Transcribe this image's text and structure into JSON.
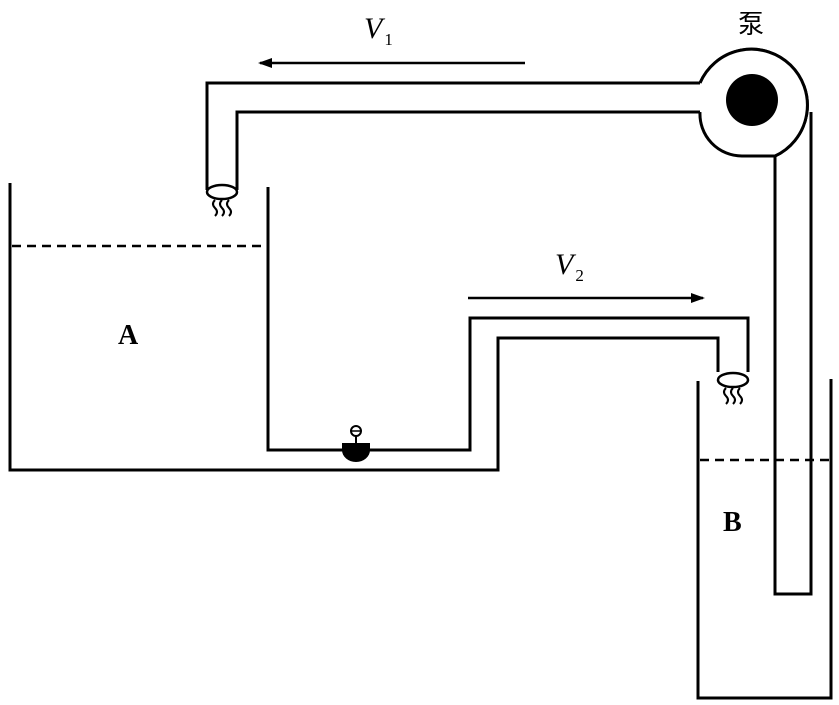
{
  "tanks": {
    "a_label": "A",
    "b_label": "B"
  },
  "pump": {
    "label": "泵"
  },
  "flows": {
    "v1_symbol": "V",
    "v1_subscript": "1",
    "v2_symbol": "V",
    "v2_subscript": "2"
  }
}
